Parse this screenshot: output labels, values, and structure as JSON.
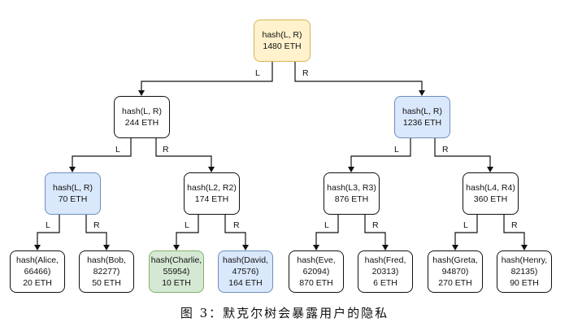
{
  "caption": "图 3：默克尔树会暴露用户的隐私",
  "colors": {
    "gold_fill": "#fff2cc",
    "blue_fill": "#dae8fc",
    "green_fill": "#d5e8d4"
  },
  "nodes": {
    "root": {
      "line1": "hash(L, R)",
      "line2": "1480 ETH",
      "fill": "gold"
    },
    "l": {
      "line1": "hash(L, R)",
      "line2": "244 ETH",
      "fill": "white"
    },
    "r": {
      "line1": "hash(L, R)",
      "line2": "1236 ETH",
      "fill": "blue"
    },
    "ll": {
      "line1": "hash(L, R)",
      "line2": "70 ETH",
      "fill": "blue"
    },
    "lr": {
      "line1": "hash(L2, R2)",
      "line2": "174 ETH",
      "fill": "white"
    },
    "rl": {
      "line1": "hash(L3, R3)",
      "line2": "876 ETH",
      "fill": "white"
    },
    "rr": {
      "line1": "hash(L4, R4)",
      "line2": "360 ETH",
      "fill": "white"
    },
    "alice": {
      "line1": "hash(Alice,",
      "line2": "66466)",
      "line3": "20 ETH",
      "fill": "white"
    },
    "bob": {
      "line1": "hash(Bob,",
      "line2": "82277)",
      "line3": "50 ETH",
      "fill": "white"
    },
    "charlie": {
      "line1": "hash(Charlie,",
      "line2": "55954)",
      "line3": "10 ETH",
      "fill": "green"
    },
    "david": {
      "line1": "hash(David,",
      "line2": "47576)",
      "line3": "164 ETH",
      "fill": "blue"
    },
    "eve": {
      "line1": "hash(Eve,",
      "line2": "62094)",
      "line3": "870 ETH",
      "fill": "white"
    },
    "fred": {
      "line1": "hash(Fred,",
      "line2": "20313)",
      "line3": "6 ETH",
      "fill": "white"
    },
    "greta": {
      "line1": "hash(Greta,",
      "line2": "94870)",
      "line3": "270 ETH",
      "fill": "white"
    },
    "henry": {
      "line1": "hash(Henry,",
      "line2": "82135)",
      "line3": "90 ETH",
      "fill": "white"
    }
  },
  "edge_labels": {
    "left": "L",
    "right": "R"
  }
}
